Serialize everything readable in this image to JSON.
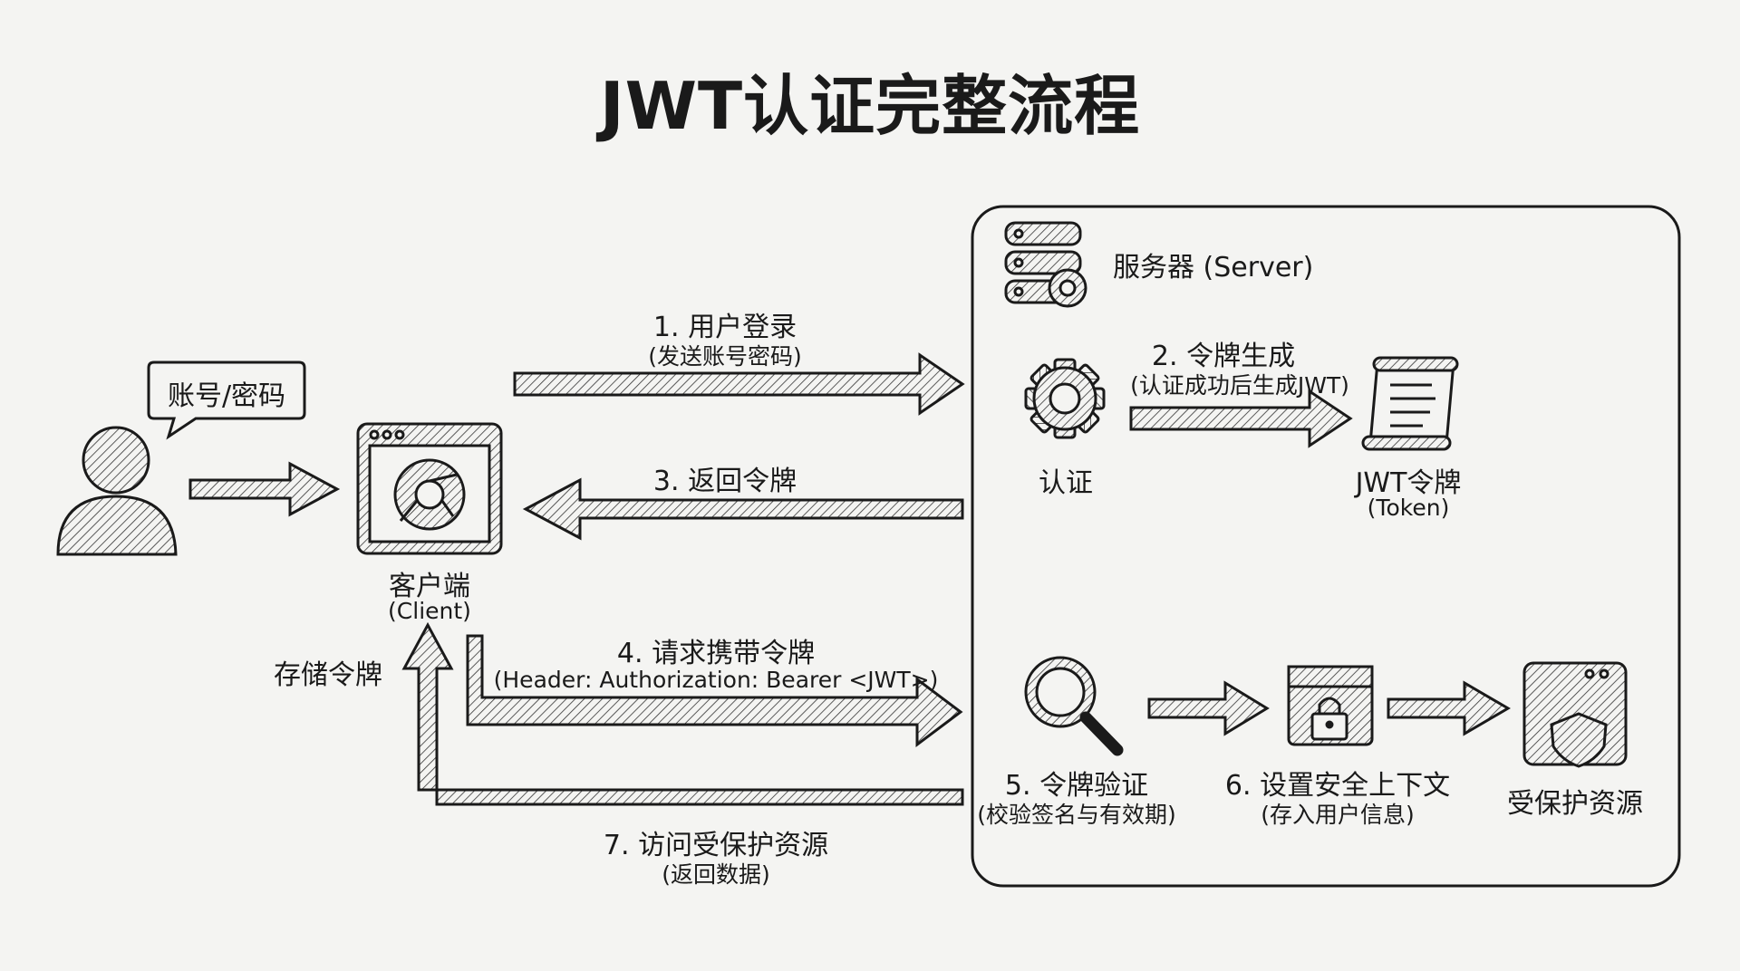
{
  "title": "JWT认证完整流程",
  "user_bubble": "账号/密码",
  "client": {
    "label": "客户端",
    "sublabel": "(Client)"
  },
  "server": {
    "label": "服务器 (Server)"
  },
  "store_token": "存储令牌",
  "steps": {
    "s1": {
      "label": "1. 用户登录",
      "sub": "(发送账号密码)"
    },
    "s2": {
      "label": "2. 令牌生成",
      "sub": "(认证成功后生成JWT)"
    },
    "s3": {
      "label": "3. 返回令牌"
    },
    "s4": {
      "label": "4. 请求携带令牌",
      "sub": "(Header: Authorization: Bearer <JWT>)"
    },
    "s5": {
      "label": "5. 令牌验证",
      "sub": "(校验签名与有效期)"
    },
    "s6": {
      "label": "6. 设置安全上下文",
      "sub": "(存入用户信息)"
    },
    "s7": {
      "label": "7. 访问受保护资源",
      "sub": "(返回数据)"
    }
  },
  "auth": {
    "label": "认证"
  },
  "token": {
    "label": "JWT令牌",
    "sub": "(Token)"
  },
  "protected": {
    "label": "受保护资源"
  },
  "icons": [
    "user-icon",
    "browser-icon",
    "server-icon",
    "gear-icon",
    "scroll-icon",
    "magnifier-icon",
    "lockbox-icon",
    "shield-window-icon"
  ]
}
